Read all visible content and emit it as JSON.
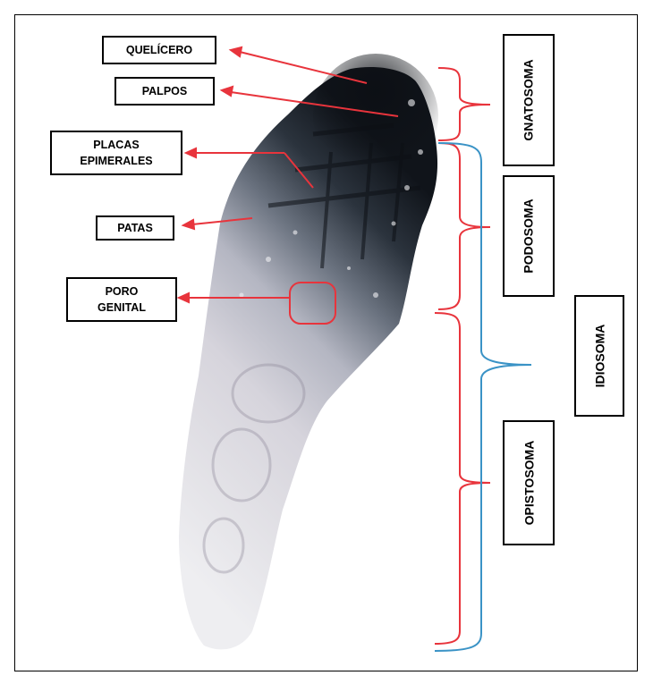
{
  "labels": {
    "quelicero": "QUELÍCERO",
    "palpos": "PALPOS",
    "placas_line1": "PLACAS",
    "placas_line2": "EPIMERALES",
    "patas": "PATAS",
    "poro_line1": "PORO",
    "poro_line2": "GENITAL"
  },
  "regions": {
    "gnatosoma": "GNATOSOMA",
    "podosoma": "PODOSOMA",
    "opistosoma": "OPISTOSOMA",
    "idiosoma": "IDIOSOMA"
  },
  "colors": {
    "pointer": "#e8343c",
    "red_bracket": "#e8343c",
    "blue_bracket": "#3a93c6",
    "body_dark": "#15191f",
    "body_light": "#d9d7df"
  }
}
